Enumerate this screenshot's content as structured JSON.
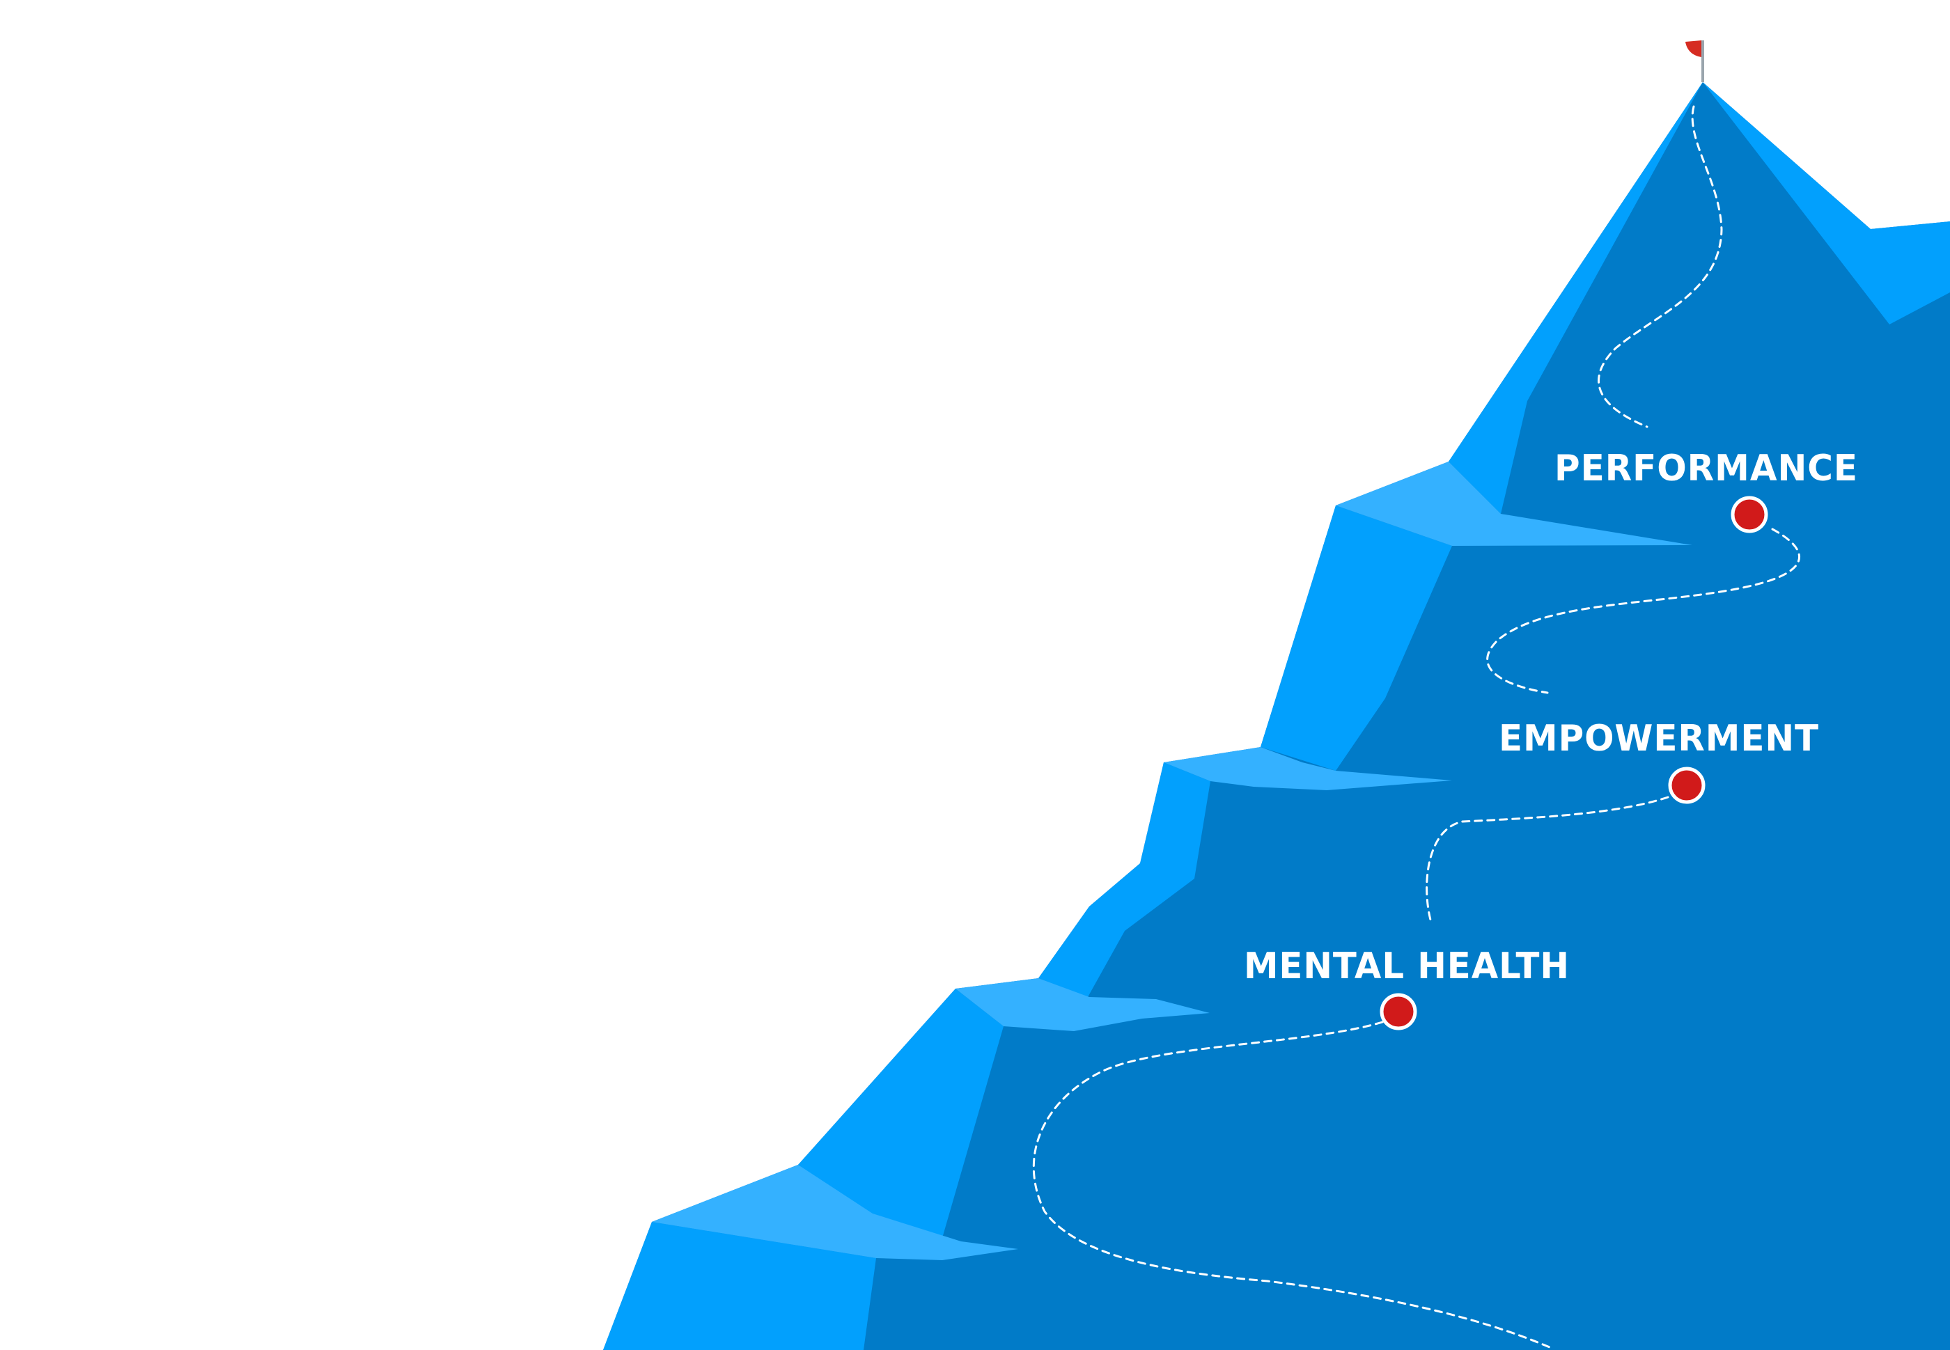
{
  "colors": {
    "background": "#ffffff",
    "mountain_dark": "#017BC8",
    "mountain_mid": "#02A0FD",
    "mountain_light": "#34B1FF",
    "trail": "#ffffff",
    "marker_fill": "#D11A1A",
    "marker_ring": "#ffffff",
    "flag": "#D62C22",
    "flagpole": "#9aa5ad"
  },
  "milestones": [
    {
      "id": "performance",
      "label": "PERFORMANCE"
    },
    {
      "id": "empowerment",
      "label": "EMPOWERMENT"
    },
    {
      "id": "mental-health",
      "label": "MENTAL HEALTH"
    }
  ],
  "icons": {
    "summit": "flag-icon",
    "milestone_marker": "map-pin-dot-icon"
  }
}
